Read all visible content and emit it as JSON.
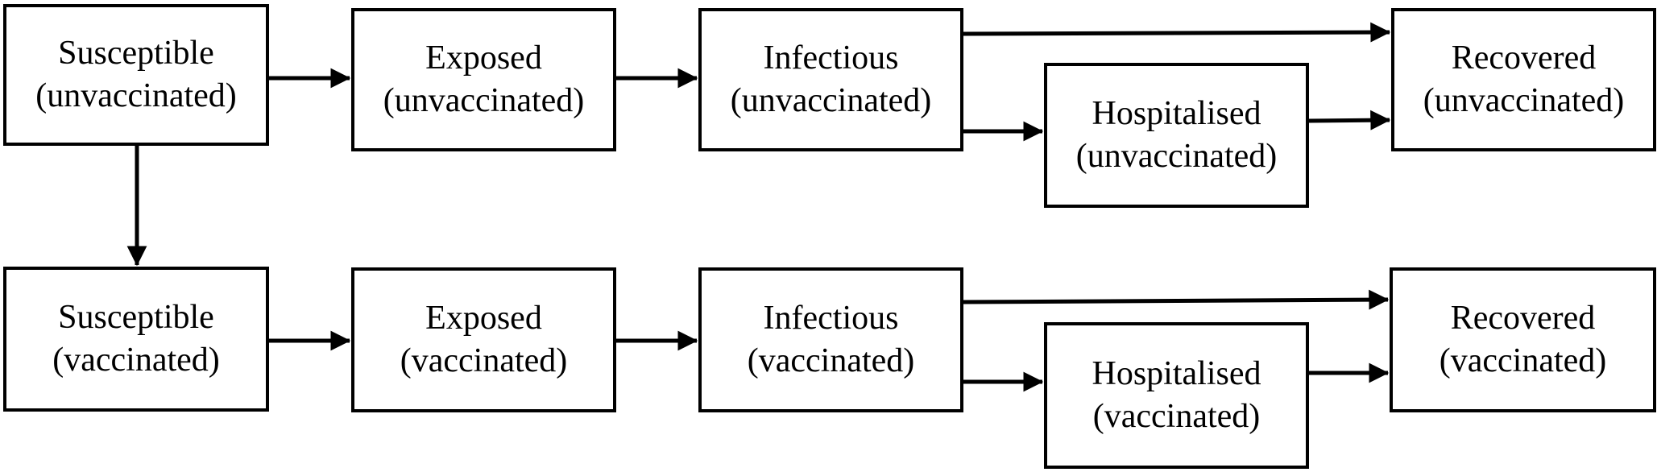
{
  "compartments": {
    "susceptible_unvaccinated": {
      "line1": "Susceptible",
      "line2": "(unvaccinated)"
    },
    "exposed_unvaccinated": {
      "line1": "Exposed",
      "line2": "(unvaccinated)"
    },
    "infectious_unvaccinated": {
      "line1": "Infectious",
      "line2": "(unvaccinated)"
    },
    "hospitalised_unvaccinated": {
      "line1": "Hospitalised",
      "line2": "(unvaccinated)"
    },
    "recovered_unvaccinated": {
      "line1": "Recovered",
      "line2": "(unvaccinated)"
    },
    "susceptible_vaccinated": {
      "line1": "Susceptible",
      "line2": "(vaccinated)"
    },
    "exposed_vaccinated": {
      "line1": "Exposed",
      "line2": "(vaccinated)"
    },
    "infectious_vaccinated": {
      "line1": "Infectious",
      "line2": "(vaccinated)"
    },
    "hospitalised_vaccinated": {
      "line1": "Hospitalised",
      "line2": "(vaccinated)"
    },
    "recovered_vaccinated": {
      "line1": "Recovered",
      "line2": "(vaccinated)"
    }
  },
  "transitions": [
    {
      "from": "susceptible_unvaccinated",
      "to": "exposed_unvaccinated"
    },
    {
      "from": "exposed_unvaccinated",
      "to": "infectious_unvaccinated"
    },
    {
      "from": "infectious_unvaccinated",
      "to": "recovered_unvaccinated"
    },
    {
      "from": "infectious_unvaccinated",
      "to": "hospitalised_unvaccinated"
    },
    {
      "from": "hospitalised_unvaccinated",
      "to": "recovered_unvaccinated"
    },
    {
      "from": "susceptible_unvaccinated",
      "to": "susceptible_vaccinated"
    },
    {
      "from": "susceptible_vaccinated",
      "to": "exposed_vaccinated"
    },
    {
      "from": "exposed_vaccinated",
      "to": "infectious_vaccinated"
    },
    {
      "from": "infectious_vaccinated",
      "to": "recovered_vaccinated"
    },
    {
      "from": "infectious_vaccinated",
      "to": "hospitalised_vaccinated"
    },
    {
      "from": "hospitalised_vaccinated",
      "to": "recovered_vaccinated"
    }
  ]
}
